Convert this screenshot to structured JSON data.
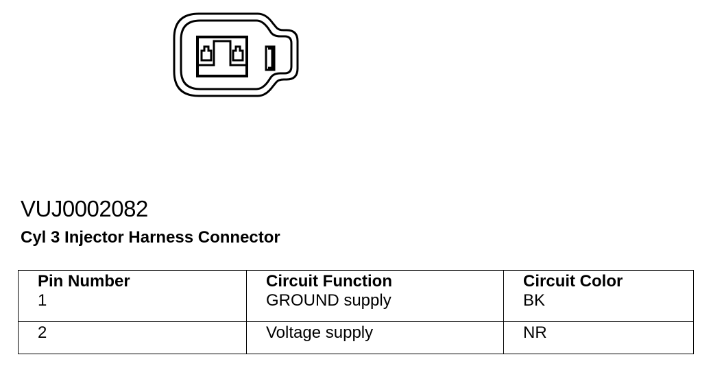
{
  "figure": {
    "id": "VUJ0002082",
    "title": "Cyl 3 Injector Harness Connector"
  },
  "table": {
    "headers": [
      "Pin Number",
      "Circuit Function",
      "Circuit Color"
    ],
    "rows": [
      [
        "1",
        "GROUND supply",
        "BK"
      ],
      [
        "2",
        "Voltage supply",
        "NR"
      ]
    ]
  },
  "colors": {
    "ink": "#000000",
    "background": "#ffffff"
  }
}
